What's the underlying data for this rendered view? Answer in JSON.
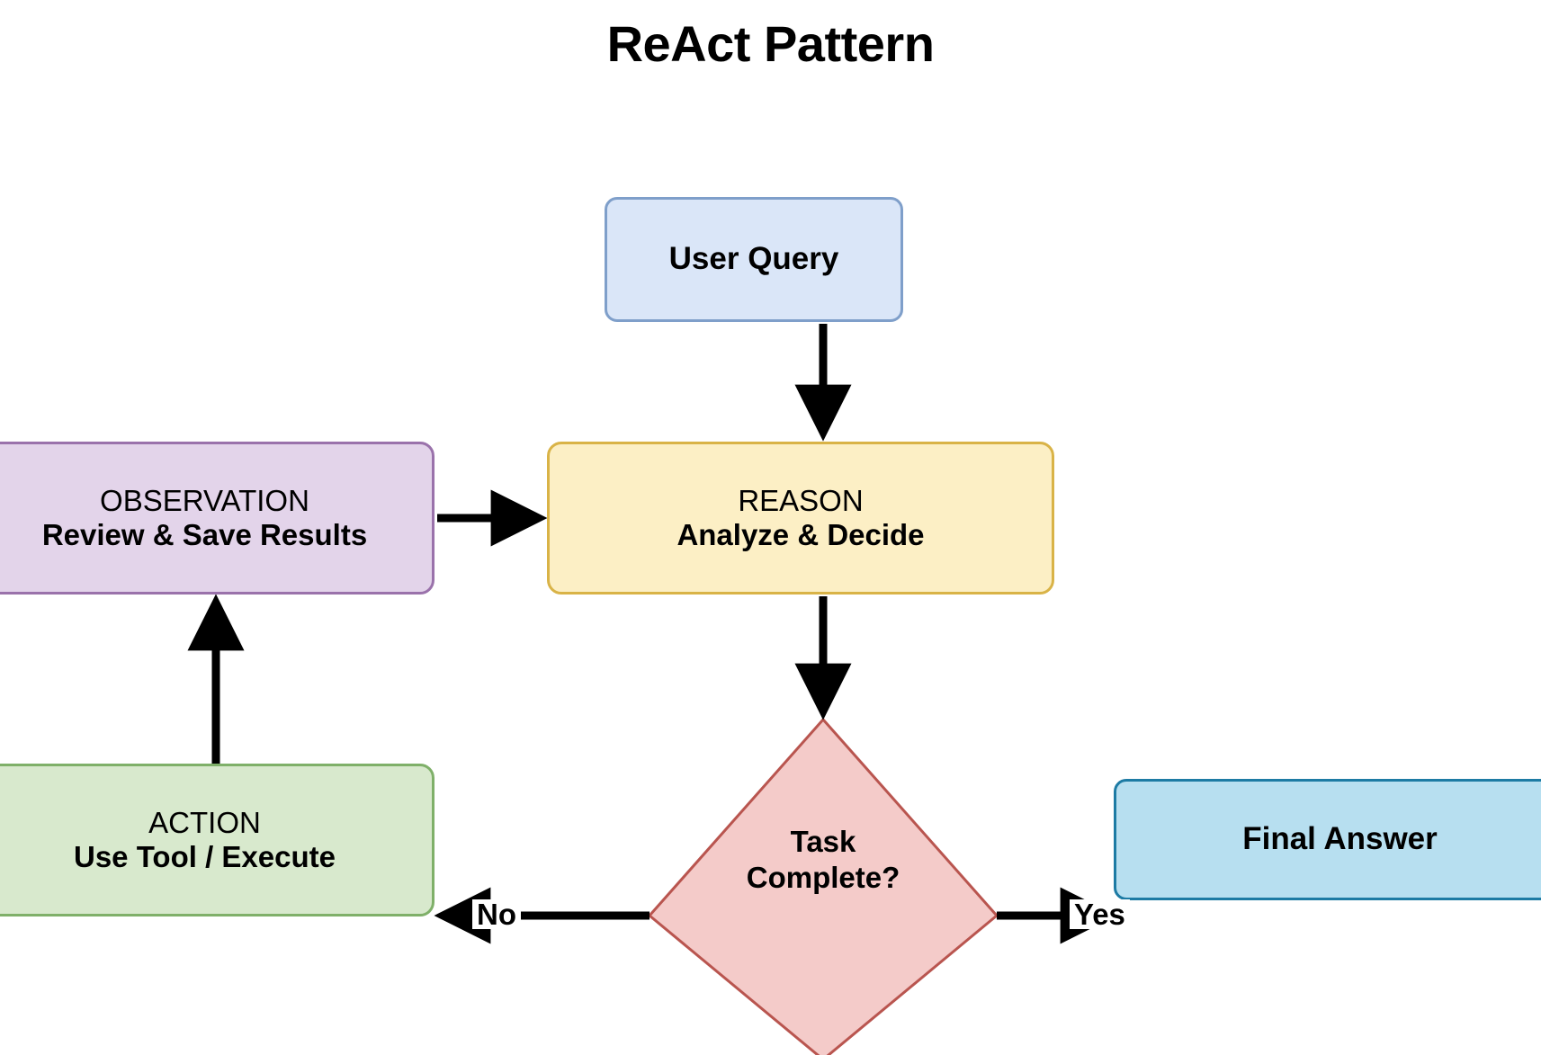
{
  "diagram": {
    "title": "ReAct Pattern",
    "type": "flowchart",
    "background_color": "#ffffff",
    "nodes": [
      {
        "id": "user-query",
        "shape": "rounded-rect",
        "label": "User Query",
        "lines": [
          "User Query"
        ],
        "fill": "#dae6f8",
        "stroke": "#7f9fca"
      },
      {
        "id": "observation",
        "shape": "rounded-rect",
        "label": "OBSERVATION",
        "lines": [
          "OBSERVATION",
          "Review & Save Results"
        ],
        "fill": "#e3d4ea",
        "stroke": "#9a72ab"
      },
      {
        "id": "reason",
        "shape": "rounded-rect",
        "label": "REASON",
        "lines": [
          "REASON",
          "Analyze & Decide"
        ],
        "fill": "#fcefc5",
        "stroke": "#d9b347"
      },
      {
        "id": "action",
        "shape": "rounded-rect",
        "label": "ACTION",
        "lines": [
          "ACTION",
          "Use Tool / Execute"
        ],
        "fill": "#d8e9cd",
        "stroke": "#7fb069"
      },
      {
        "id": "task-complete",
        "shape": "diamond",
        "label": "Task Complete?",
        "lines": [
          "Task",
          "Complete?"
        ],
        "fill": "#f4cbc9",
        "stroke": "#b9554f"
      },
      {
        "id": "final-answer",
        "shape": "rounded-rect",
        "label": "Final Answer",
        "lines": [
          "Final Answer"
        ],
        "fill": "#b7dff0",
        "stroke": "#1d7ba4"
      }
    ],
    "edges": [
      {
        "id": "user-query-to-reason",
        "from": "user-query",
        "to": "reason",
        "label": "",
        "direction": "down"
      },
      {
        "id": "observation-to-reason",
        "from": "observation",
        "to": "reason",
        "label": "",
        "direction": "right"
      },
      {
        "id": "reason-to-task-complete",
        "from": "reason",
        "to": "task-complete",
        "label": "",
        "direction": "down"
      },
      {
        "id": "task-complete-to-action",
        "from": "task-complete",
        "to": "action",
        "label": "No",
        "direction": "left"
      },
      {
        "id": "task-complete-to-final-answer",
        "from": "task-complete",
        "to": "final-answer",
        "label": "Yes",
        "direction": "right"
      },
      {
        "id": "action-to-observation",
        "from": "action",
        "to": "observation",
        "label": "",
        "direction": "up"
      }
    ],
    "edge_color": "#000000"
  }
}
